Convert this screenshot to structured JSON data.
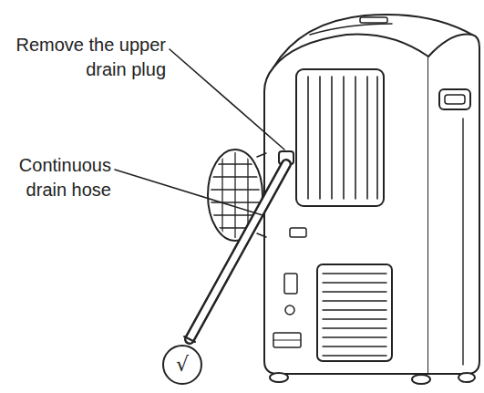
{
  "diagram": {
    "nodes": [
      {
        "text": [
          "√"
        ]
      }
    ],
    "labels": [
      "Remove the upper drain plug",
      "Continuous drain hose"
    ]
  }
}
